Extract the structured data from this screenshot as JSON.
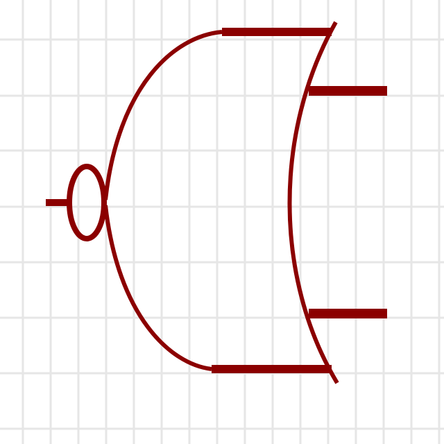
{
  "diagram": {
    "type": "logic-gate-symbol",
    "gate": "NOR",
    "orientation": "facing-left",
    "inverted_output": true,
    "input_count": 2,
    "output_count": 1
  },
  "colors": {
    "background": "#ffffff",
    "grid": "#e6e6e6",
    "gate_stroke": "#8b0000"
  },
  "icons": {
    "gate": "nor-gate-icon",
    "bubble": "inversion-bubble-icon"
  }
}
